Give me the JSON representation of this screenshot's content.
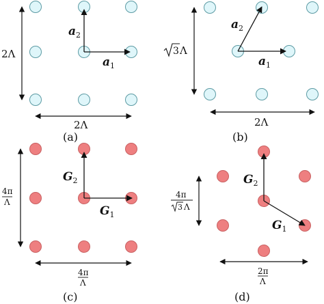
{
  "colors": {
    "real_lattice_fill": "#dff6fa",
    "real_lattice_stroke": "#5b9aa3",
    "reciprocal_fill": "#ee7f80",
    "reciprocal_stroke": "#c86061",
    "line": "#111111"
  },
  "panels": {
    "a": {
      "caption": "(a)",
      "vec1": "a",
      "vec1_sub": "1",
      "vec2": "a",
      "vec2_sub": "2",
      "vertical_dim": "2Λ",
      "horizontal_dim": "2Λ"
    },
    "b": {
      "caption": "(b)",
      "vec1": "a",
      "vec1_sub": "1",
      "vec2": "a",
      "vec2_sub": "2",
      "vertical_dim_root": "3",
      "vertical_dim_tail": "Λ",
      "horizontal_dim": "2Λ"
    },
    "c": {
      "caption": "(c)",
      "vec1": "G",
      "vec1_sub": "1",
      "vec2": "G",
      "vec2_sub": "2",
      "vertical_dim_num": "4π",
      "vertical_dim_den": "Λ",
      "horizontal_dim_num": "4π",
      "horizontal_dim_den": "Λ"
    },
    "d": {
      "caption": "(d)",
      "vec1": "G",
      "vec1_sub": "1",
      "vec2": "G",
      "vec2_sub": "2",
      "vertical_dim_num": "4π",
      "vertical_dim_den_root": "3",
      "vertical_dim_den_tail": "Λ",
      "horizontal_dim_num": "2π",
      "horizontal_dim_den": "Λ"
    }
  }
}
